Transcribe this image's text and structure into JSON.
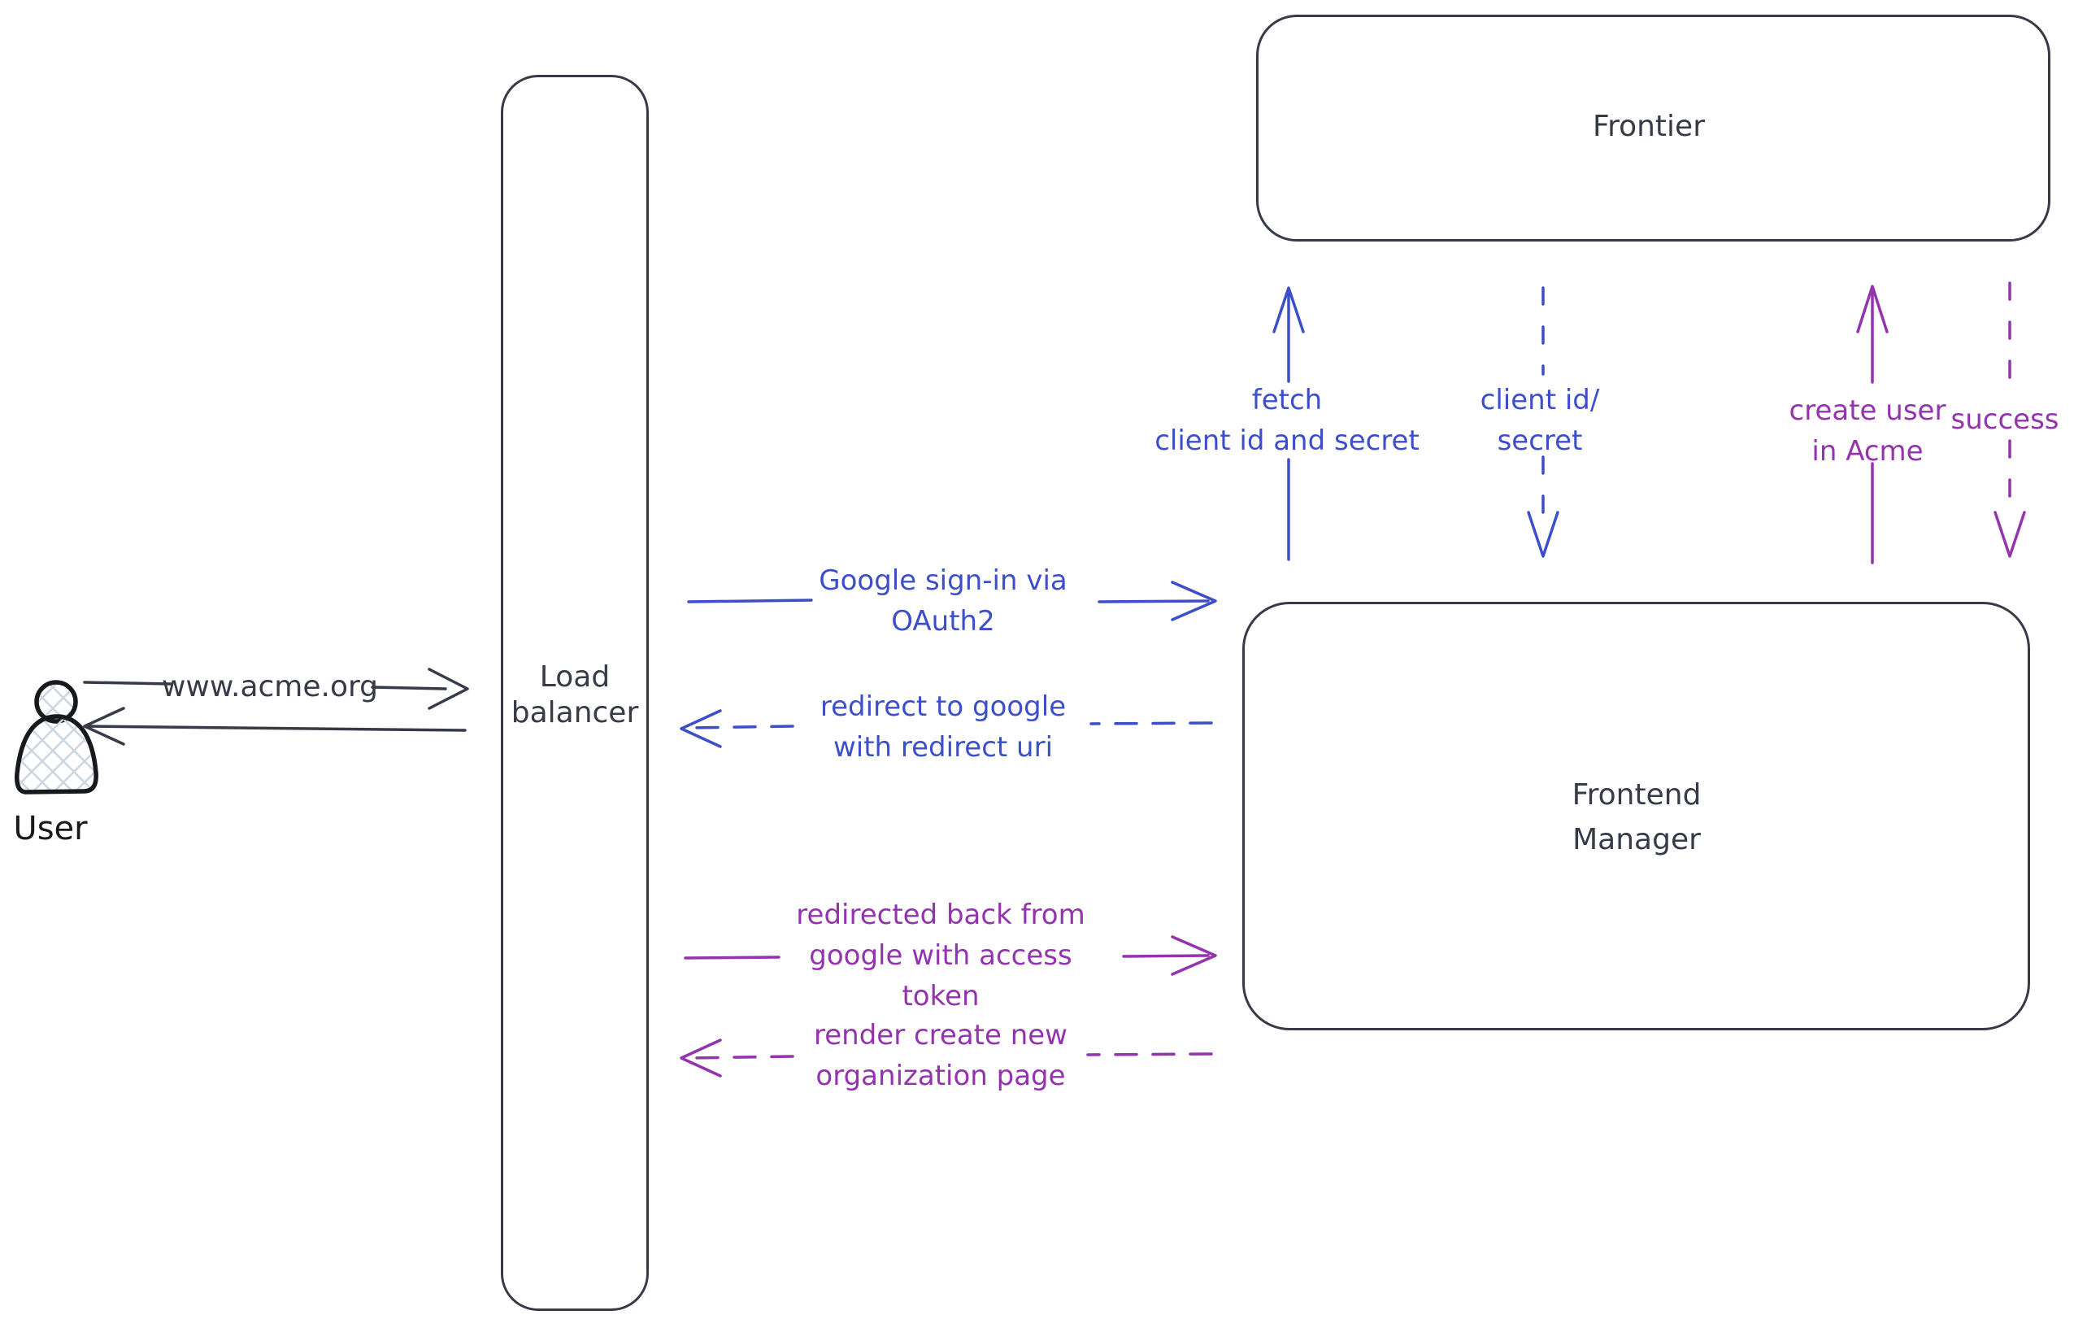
{
  "colors": {
    "dark": "#363b47",
    "near_black": "#17191d",
    "blue": "#3d4fc8",
    "purple": "#9333ae",
    "hatch": "#cdd6e0"
  },
  "nodes": {
    "user": {
      "label": "User",
      "shape": "person"
    },
    "load_balancer": {
      "label": "Load\nbalancer",
      "shape": "rounded-rect"
    },
    "frontier": {
      "label": "Frontier",
      "shape": "rounded-rect"
    },
    "frontend_manager": {
      "label": "Frontend\nManager",
      "shape": "rounded-rect"
    }
  },
  "arrows": {
    "www_acme": {
      "label": "www.acme.org",
      "style": "solid",
      "color": "dark",
      "from": "user",
      "to": "load_balancer"
    },
    "lb_response": {
      "label": "",
      "style": "solid",
      "color": "dark",
      "from": "load_balancer",
      "to": "user"
    },
    "google_signin": {
      "label": "Google sign-in via\nOAuth2",
      "style": "solid",
      "color": "blue",
      "from": "load_balancer",
      "to": "frontend_manager"
    },
    "redirect_google": {
      "label": "redirect to google\nwith redirect uri",
      "style": "dashed",
      "color": "blue",
      "from": "frontend_manager",
      "to": "load_balancer"
    },
    "redirected_back": {
      "label": "redirected back from\ngoogle with access\ntoken",
      "style": "solid",
      "color": "purple",
      "from": "load_balancer",
      "to": "frontend_manager"
    },
    "render_org_page": {
      "label": "render create new\norganization page",
      "style": "dashed",
      "color": "purple",
      "from": "frontend_manager",
      "to": "load_balancer"
    },
    "fetch_client": {
      "label": "fetch\nclient id and secret",
      "style": "solid",
      "color": "blue",
      "from": "frontend_manager",
      "to": "frontier"
    },
    "client_id_secret": {
      "label": "client id/\nsecret",
      "style": "dashed",
      "color": "blue",
      "from": "frontier",
      "to": "frontend_manager"
    },
    "create_user": {
      "label": "create user\nin Acme",
      "style": "solid",
      "color": "purple",
      "from": "frontend_manager",
      "to": "frontier"
    },
    "success": {
      "label": "success",
      "style": "dashed",
      "color": "purple",
      "from": "frontier",
      "to": "frontend_manager"
    }
  }
}
